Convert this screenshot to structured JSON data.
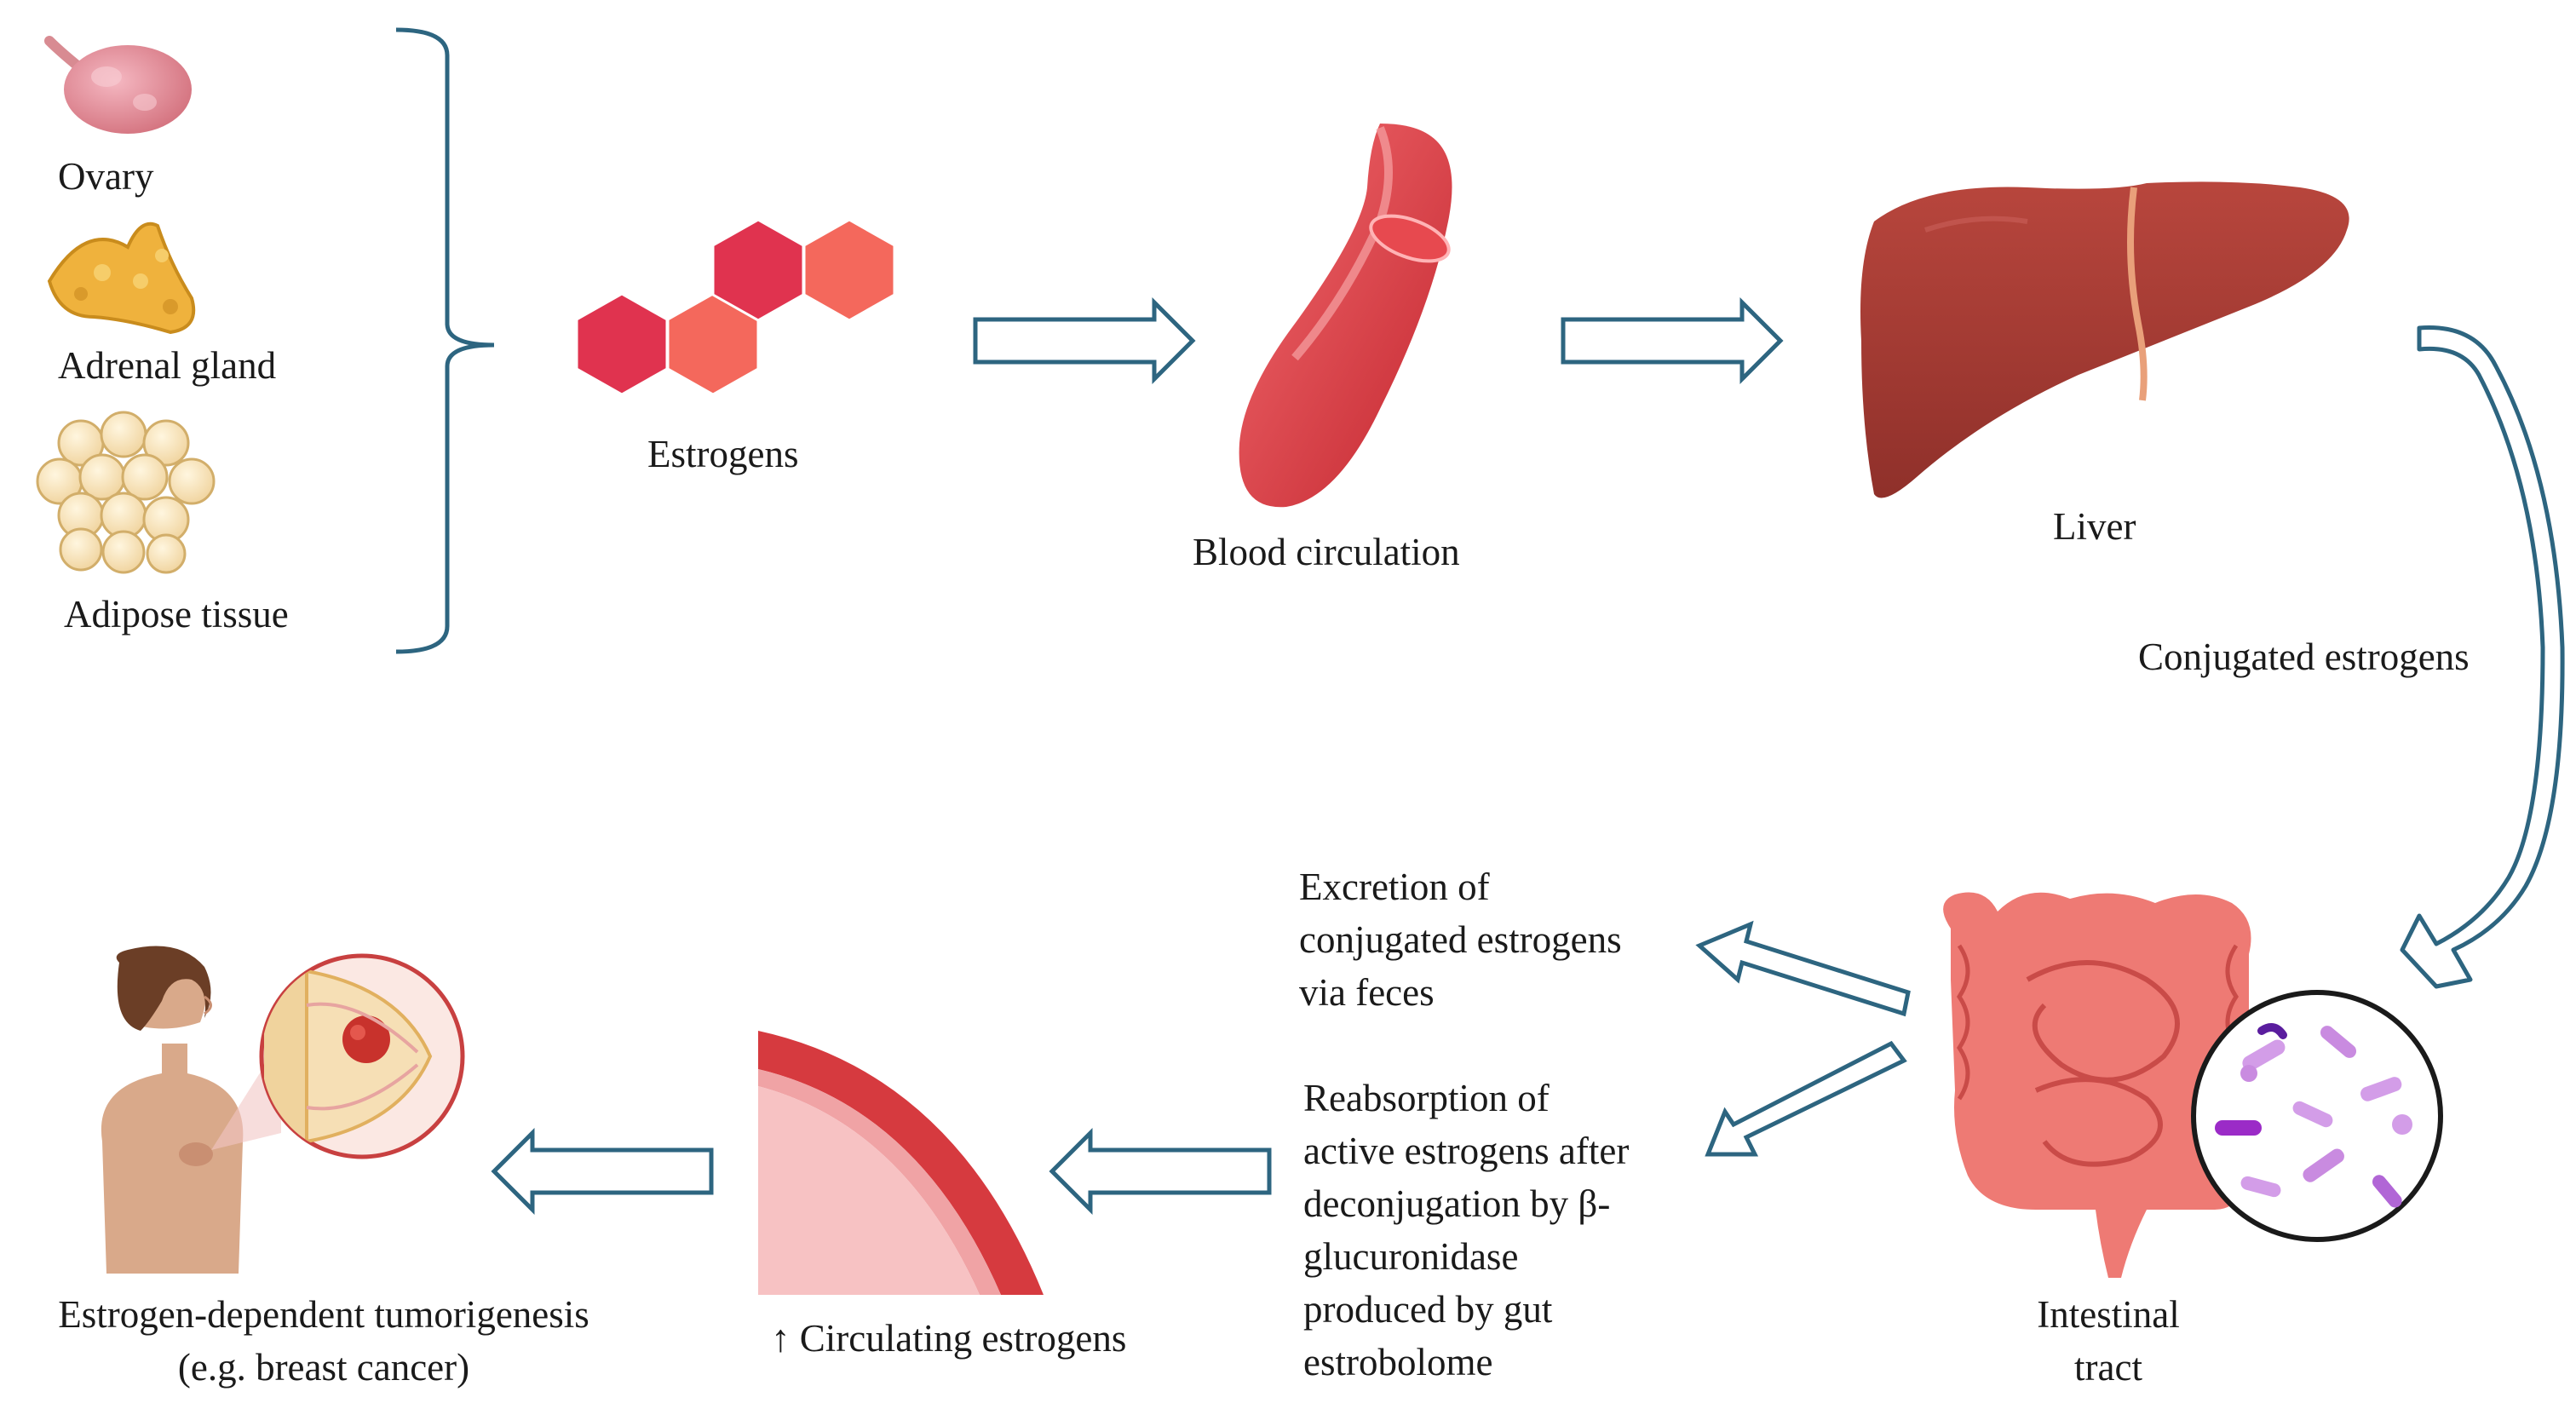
{
  "sources": {
    "ovary": "Ovary",
    "adrenal": "Adrenal gland",
    "adipose": "Adipose tissue"
  },
  "estrogens": "Estrogens",
  "blood_circulation": "Blood circulation",
  "liver": "Liver",
  "conjugated": "Conjugated estrogens",
  "intestinal": [
    "Intestinal",
    "tract"
  ],
  "excretion": [
    "Excretion of",
    "conjugated estrogens",
    "via feces"
  ],
  "reabsorption": [
    "Reabsorption of",
    "active estrogens after",
    "deconjugation by β-",
    "glucuronidase",
    "produced by gut",
    "estrobolome"
  ],
  "circulating": "↑ Circulating estrogens",
  "outcome": [
    "Estrogen-dependent tumorigenesis",
    "(e.g. breast cancer)"
  ],
  "colors": {
    "arrow_stroke": "#2d6580",
    "bracket": "#2d6580",
    "hex_dark": "#e0334f",
    "hex_light": "#f4685c",
    "vessel": "#d63a3f",
    "liver": "#a63c34",
    "intestine": "#ee7a74",
    "skin": "#d9a98a"
  }
}
